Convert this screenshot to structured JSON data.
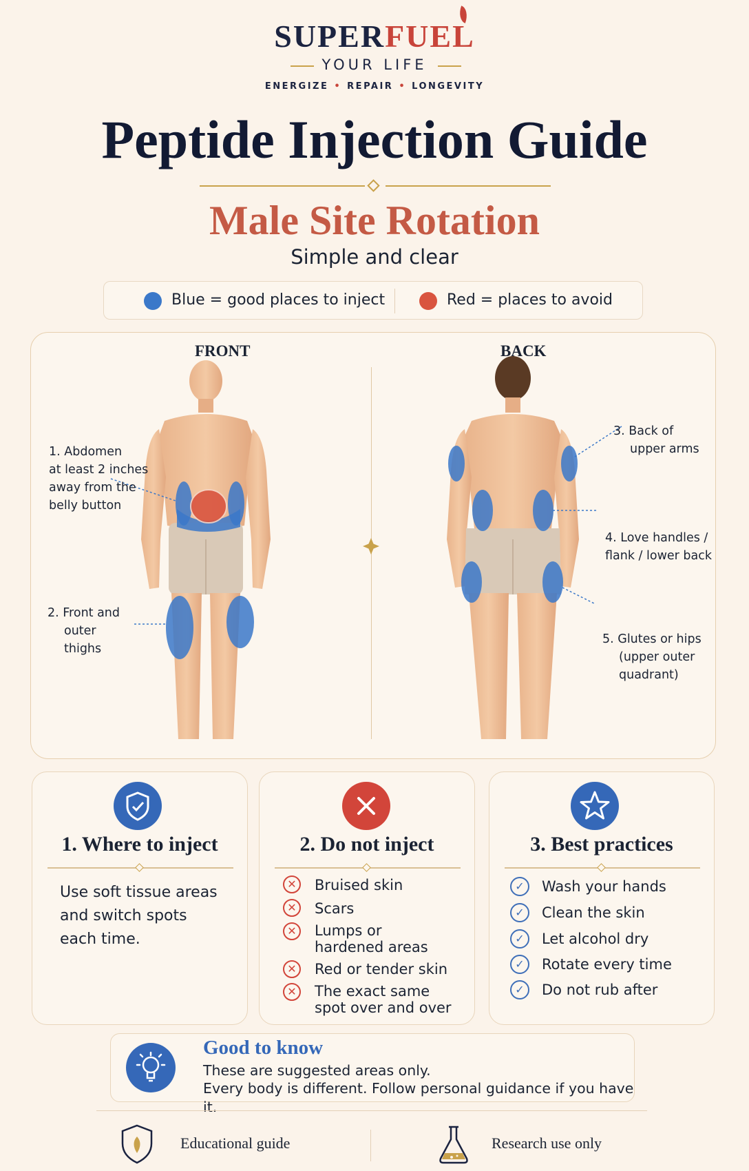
{
  "brand": {
    "name_part1": "SUPER",
    "name_part2": "FUEL",
    "tagline": "YOUR LIFE",
    "subtag_1": "ENERGIZE",
    "subtag_2": "REPAIR",
    "subtag_3": "LONGEVITY",
    "sep": "•"
  },
  "title": "Peptide Injection Guide",
  "subtitle": "Male Site Rotation",
  "description": "Simple and clear",
  "legend": {
    "blue_label": "Blue = good places to inject",
    "red_label": "Red = places to avoid",
    "blue_color": "#3b78c9",
    "red_color": "#d9543f"
  },
  "diagram": {
    "front_label": "FRONT",
    "back_label": "BACK",
    "annotations": {
      "abdomen": [
        "1. Abdomen",
        "at least 2 inches",
        "away from the",
        "belly button"
      ],
      "thighs": [
        "2. Front and",
        "outer thighs"
      ],
      "arms": [
        "3. Back of",
        "upper arms"
      ],
      "flank": [
        "4. Love handles /",
        "flank / lower back"
      ],
      "glutes": [
        "5. Glutes or hips",
        "(upper outer",
        "quadrant)"
      ]
    }
  },
  "cards": {
    "where": {
      "title": "1. Where to inject",
      "body": [
        "Use soft tissue areas",
        "and switch spots",
        "each time."
      ],
      "icon": "shield-check-icon",
      "color": "#3568b8"
    },
    "donot": {
      "title": "2. Do not inject",
      "items": [
        [
          "Bruised skin"
        ],
        [
          "Scars"
        ],
        [
          "Lumps or",
          "hardened areas"
        ],
        [
          "Red or tender skin"
        ],
        [
          "The exact same",
          "spot over and over"
        ]
      ],
      "icon": "x-circle-icon",
      "color": "#d2453a"
    },
    "best": {
      "title": "3. Best practices",
      "items": [
        "Wash your hands",
        "Clean the skin",
        "Let alcohol dry",
        "Rotate every time",
        "Do not rub after"
      ],
      "icon": "star-icon",
      "color": "#3568b8"
    }
  },
  "note": {
    "title": "Good to know",
    "line1": "These are suggested areas only.",
    "line2": "Every body is different. Follow personal guidance if you have it.",
    "icon": "lightbulb-icon"
  },
  "footer": {
    "left": "Educational guide",
    "right": "Research use only",
    "left_icon": "shield-leaf-icon",
    "right_icon": "flask-icon"
  }
}
